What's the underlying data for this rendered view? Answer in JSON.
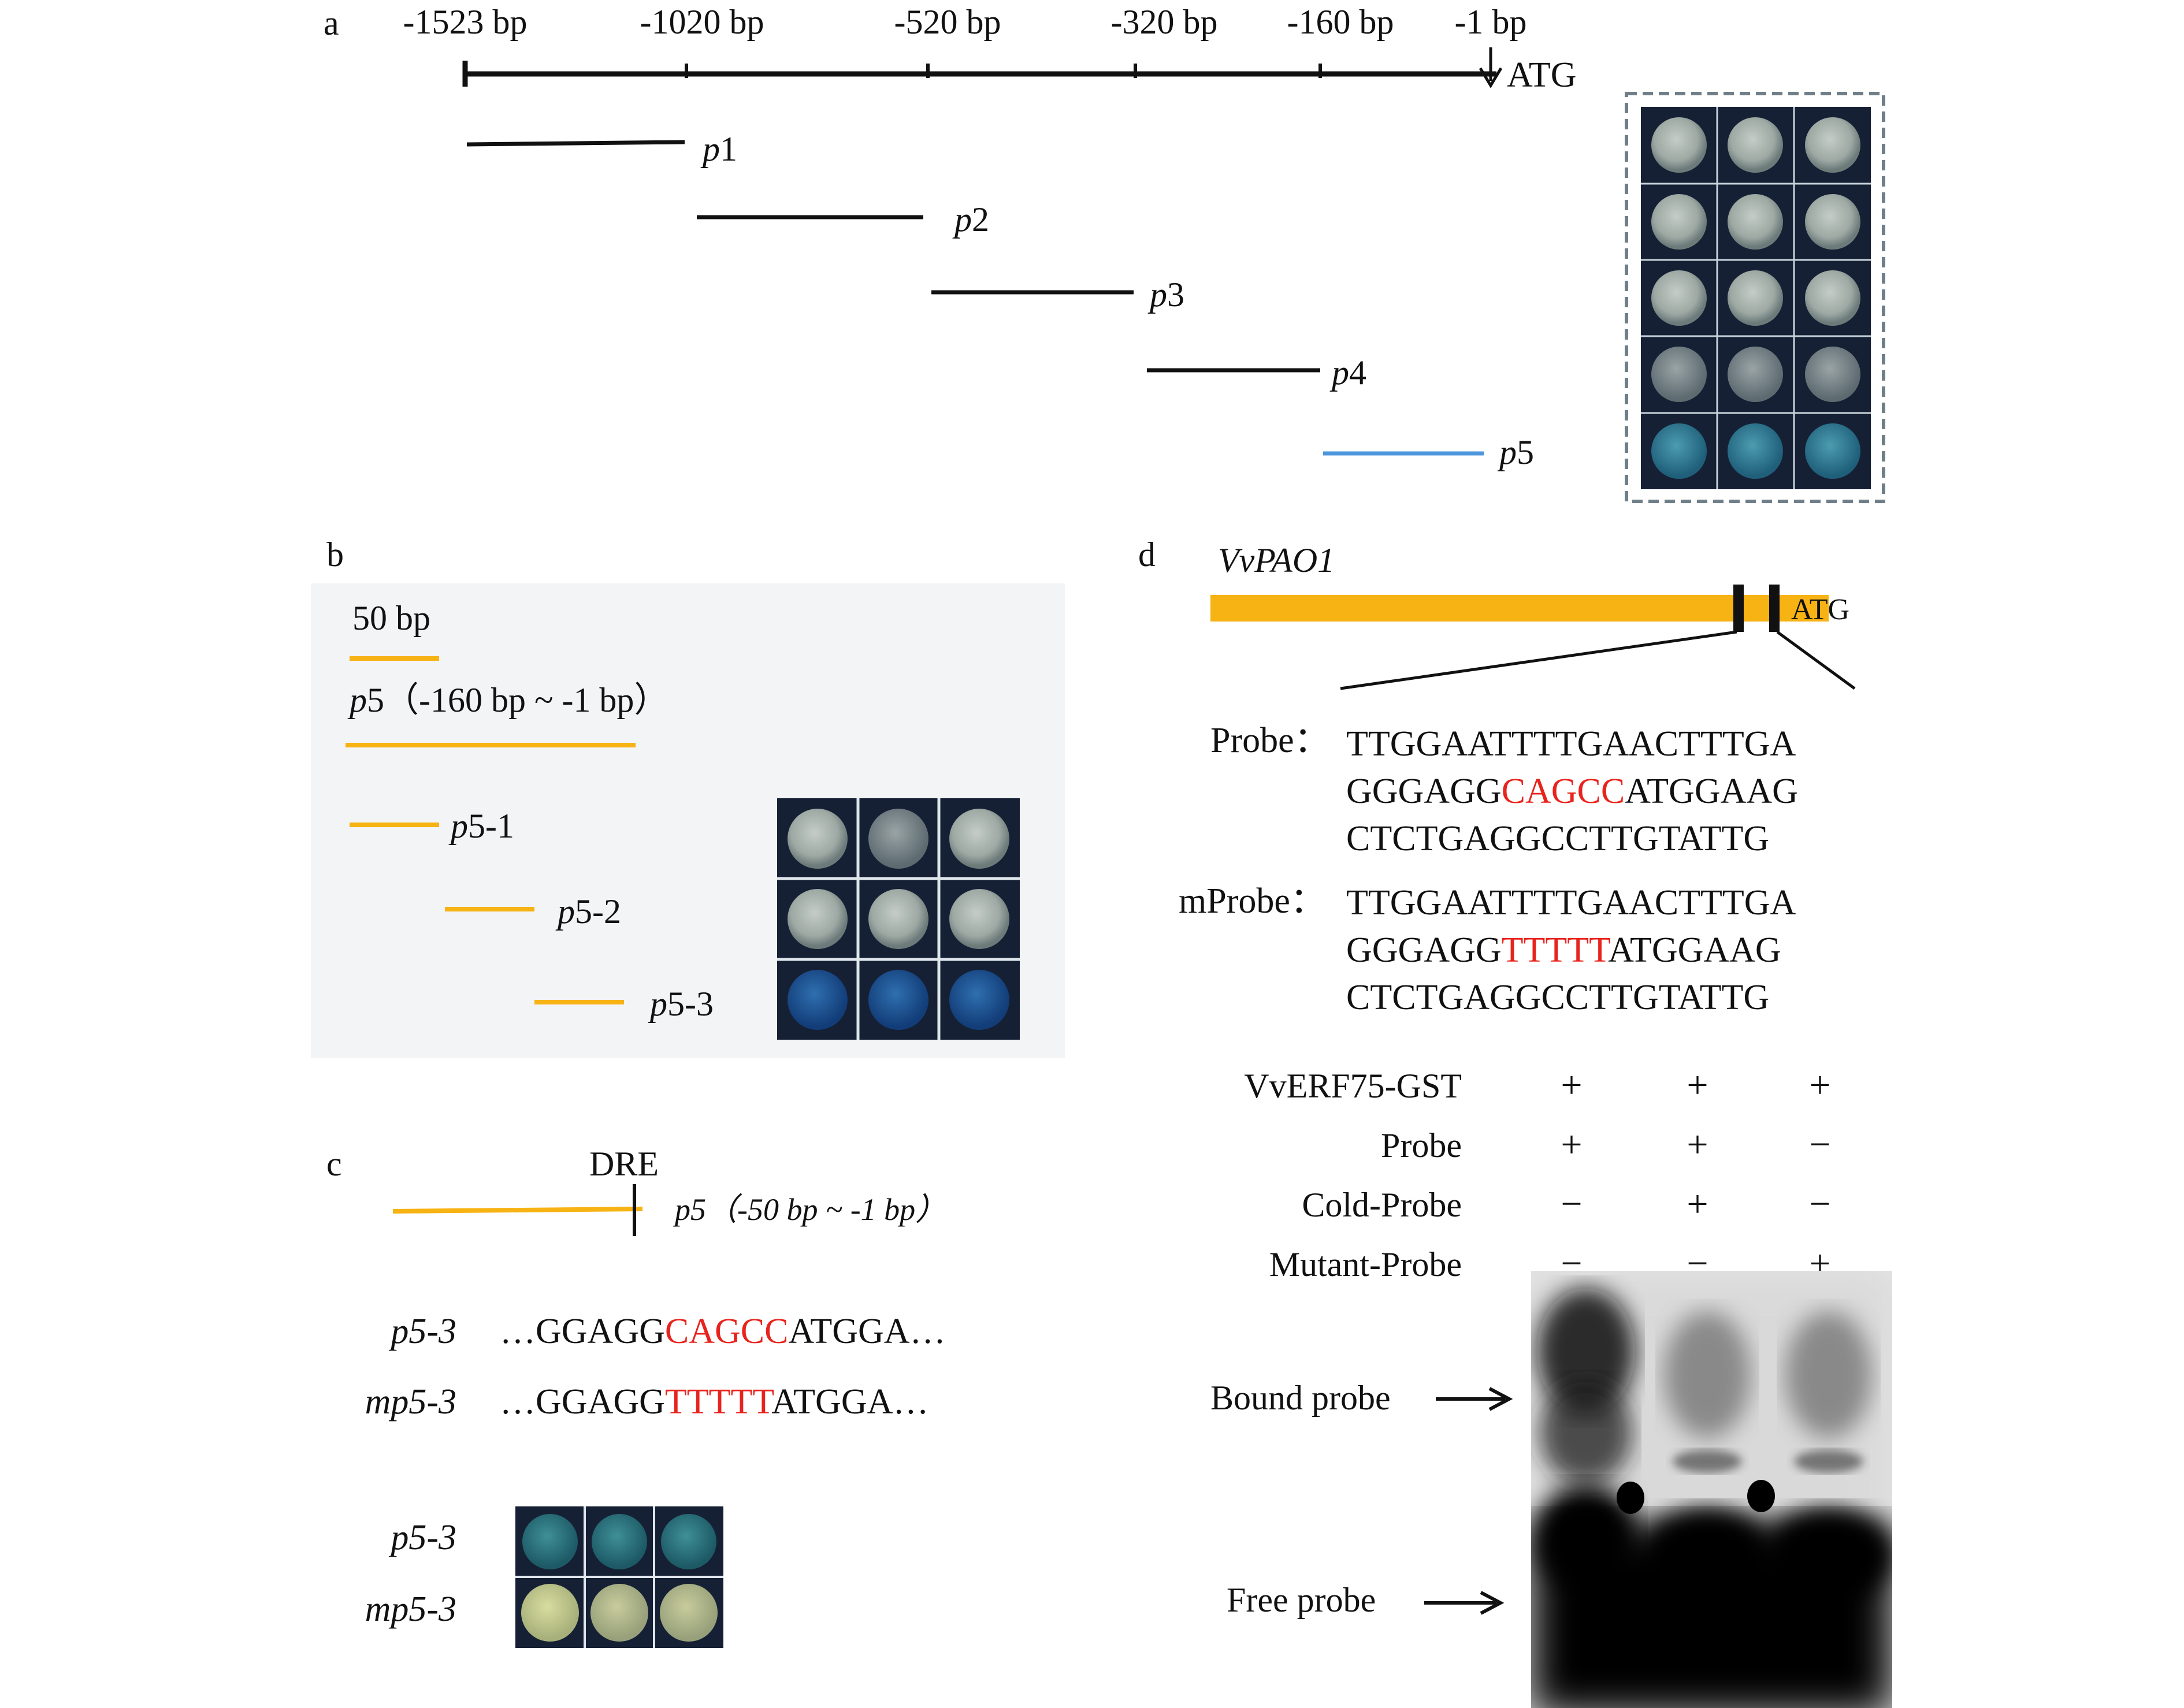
{
  "panels": {
    "a": {
      "label": "a",
      "ruler_ticks": [
        "-1523 bp",
        "-1020 bp",
        "-520 bp",
        "-320 bp",
        "-160 bp",
        "-1 bp"
      ],
      "start_label": "ATG",
      "fragments": [
        {
          "italic": "p",
          "suffix": "1"
        },
        {
          "italic": "p",
          "suffix": "2"
        },
        {
          "italic": "p",
          "suffix": "3"
        },
        {
          "italic": "p",
          "suffix": "4"
        },
        {
          "italic": "p",
          "suffix": "5"
        }
      ],
      "colony_grid": {
        "rows": 5,
        "cols": 3
      }
    },
    "b": {
      "label": "b",
      "scale_label": "50 bp",
      "region_italic": "p",
      "region_text": "5（-160 bp ~ -1 bp）",
      "fragments": [
        {
          "italic": "p",
          "suffix": "5-1"
        },
        {
          "italic": "p",
          "suffix": "5-2"
        },
        {
          "italic": "p",
          "suffix": "5-3"
        }
      ],
      "colony_grid": {
        "rows": 3,
        "cols": 3
      }
    },
    "c": {
      "label": "c",
      "element": "DRE",
      "region_text": "p5（-50 bp ~ -1 bp）",
      "sequences": [
        {
          "name": "p5-3",
          "prefix": "…GGAGG",
          "highlight": "CAGCC",
          "suffix": "ATGGA…"
        },
        {
          "name": "mp5-3",
          "prefix": "…GGAGG",
          "highlight": "TTTTT",
          "suffix": "ATGGA…"
        }
      ],
      "grid_labels": [
        "p5-3",
        "mp5-3"
      ]
    },
    "d": {
      "label": "d",
      "gene": "VvPAO1",
      "start_label": "ATG",
      "probe": {
        "label": "Probe：",
        "line1": "TTGGAATTTTGAACTTTGA",
        "line2_prefix": "GGGAGG",
        "line2_highlight": "CAGCC",
        "line2_suffix": "ATGGAAG",
        "line3": "CTCTGAGGCCTTGTATTG"
      },
      "mprobe": {
        "label": "mProbe：",
        "line1": "TTGGAATTTTGAACTTTGA",
        "line2_prefix": "GGGAGG",
        "line2_highlight": "TTTTT",
        "line2_suffix": "ATGGAAG",
        "line3": "CTCTGAGGCCTTGTATTG"
      },
      "emsa_table": [
        {
          "label": "VvERF75-GST",
          "lanes": [
            "+",
            "+",
            "+"
          ]
        },
        {
          "label": "Probe",
          "lanes": [
            "+",
            "+",
            "−"
          ]
        },
        {
          "label": "Cold-Probe",
          "lanes": [
            "−",
            "+",
            "−"
          ]
        },
        {
          "label": "Mutant-Probe",
          "lanes": [
            "−",
            "−",
            "+"
          ]
        }
      ],
      "gel_labels": {
        "bound": "Bound probe",
        "free": "Free probe"
      }
    }
  },
  "colors": {
    "orange": "#f7b313",
    "blue_line": "#4d96dc",
    "red_text": "#e8231d",
    "panel_b_bg": "#f2f4f6",
    "plate_bg": "#162034"
  }
}
